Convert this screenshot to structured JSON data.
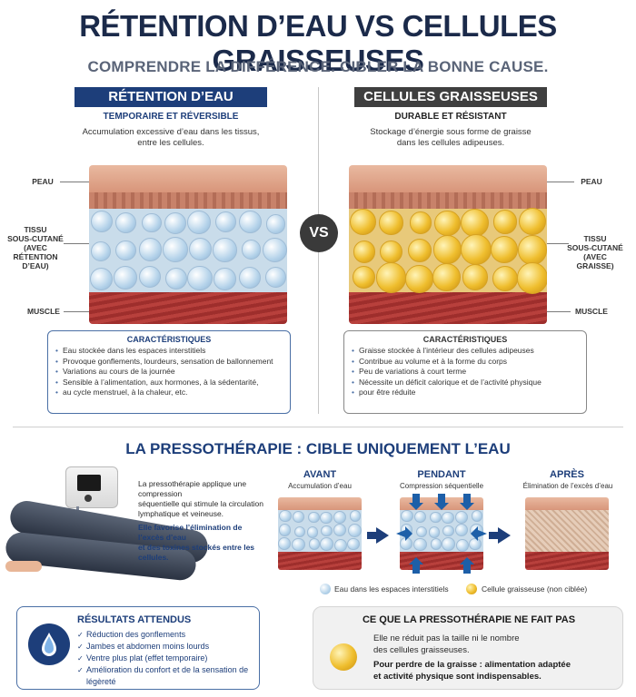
{
  "header": {
    "title": "RÉTENTION D’EAU VS CELLULES GRAISSEUSES",
    "subtitle": "COMPRENDRE LA DIFFÉRENCE. CIBLER LA BONNE CAUSE."
  },
  "left": {
    "heading": "RÉTENTION D’EAU",
    "tagline": "TEMPORAIRE ET RÉVERSIBLE",
    "description_line1": "Accumulation excessive d’eau dans les tissus,",
    "description_line2": "entre les cellules.",
    "label_skin": "PEAU",
    "label_tissue_1": "TISSU",
    "label_tissue_2": "SOUS-CUTANÉ",
    "label_tissue_3": "(AVEC RÉTENTION",
    "label_tissue_4": "D’EAU)",
    "label_muscle": "MUSCLE",
    "characteristics_title": "CARACTÉRISTIQUES",
    "characteristics": [
      "Eau stockée dans les espaces interstitiels",
      "Provoque gonflements, lourdeurs, sensation de ballonnement",
      "Variations au cours de la journée",
      "Sensible à l’alimentation, aux hormones, à la sédentarité,",
      "au cycle menstruel, à la chaleur, etc."
    ]
  },
  "vs_label": "VS",
  "right": {
    "heading": "CELLULES GRAISSEUSES",
    "tagline": "DURABLE ET RÉSISTANT",
    "description_line1": "Stockage d’énergie sous forme de graisse",
    "description_line2": "dans les cellules adipeuses.",
    "label_skin": "PEAU",
    "label_tissue_1": "TISSU",
    "label_tissue_2": "SOUS-CUTANÉ",
    "label_tissue_3": "(AVEC GRAISSE)",
    "label_muscle": "MUSCLE",
    "characteristics_title": "CARACTÉRISTIQUES",
    "characteristics": [
      "Graisse stockée à l’intérieur des cellules adipeuses",
      "Contribue au volume et à la forme du corps",
      "Peu de variations à court terme",
      "Nécessite un déficit calorique et de l’activité physique",
      "pour être réduite"
    ]
  },
  "pressotherapy": {
    "title": "LA PRESSOTHÉRAPIE : CIBLE UNIQUEMENT L’EAU",
    "text_1": "La pressothérapie applique une compression",
    "text_2": "séquentielle qui stimule la circulation",
    "text_3": "lymphatique et veineuse.",
    "text_4": "Elle favorise l’élimination de l’excès d’eau",
    "text_5": "et des toxines stockés entre les cellules.",
    "stages": [
      {
        "label": "AVANT",
        "sub": "Accumulation d’eau"
      },
      {
        "label": "PENDANT",
        "sub": "Compression séquentielle"
      },
      {
        "label": "APRÈS",
        "sub": "Élimination de l’excès d’eau"
      }
    ],
    "legend_water": "Eau dans les espaces interstitiels",
    "legend_fat": "Cellule graisseuse (non ciblée)"
  },
  "results": {
    "title": "RÉSULTATS ATTENDUS",
    "items": [
      "Réduction des gonflements",
      "Jambes et abdomen moins lourds",
      "Ventre plus plat (effet temporaire)",
      "Amélioration du confort et de la sensation de légèreté"
    ]
  },
  "not_doing": {
    "title": "CE QUE LA PRESSOTHÉRAPIE NE FAIT PAS",
    "line_1": "Elle ne réduit pas la taille ni le nombre",
    "line_2": "des cellules graisseuses.",
    "bold_1": "Pour perdre de la graisse : alimentation adaptée",
    "bold_2": "et activité physique sont indispensables."
  },
  "colors": {
    "navy": "#1d3e7a",
    "dark_gray": "#3f3f3f",
    "water_blue": "#b5d3ea",
    "fat_gold": "#efbe2e",
    "muscle_red": "#b8403c"
  },
  "icons": {
    "water_drop": "water-drop-icon",
    "fat_cell": "fat-cell-icon",
    "arrow": "arrow-right-icon"
  }
}
